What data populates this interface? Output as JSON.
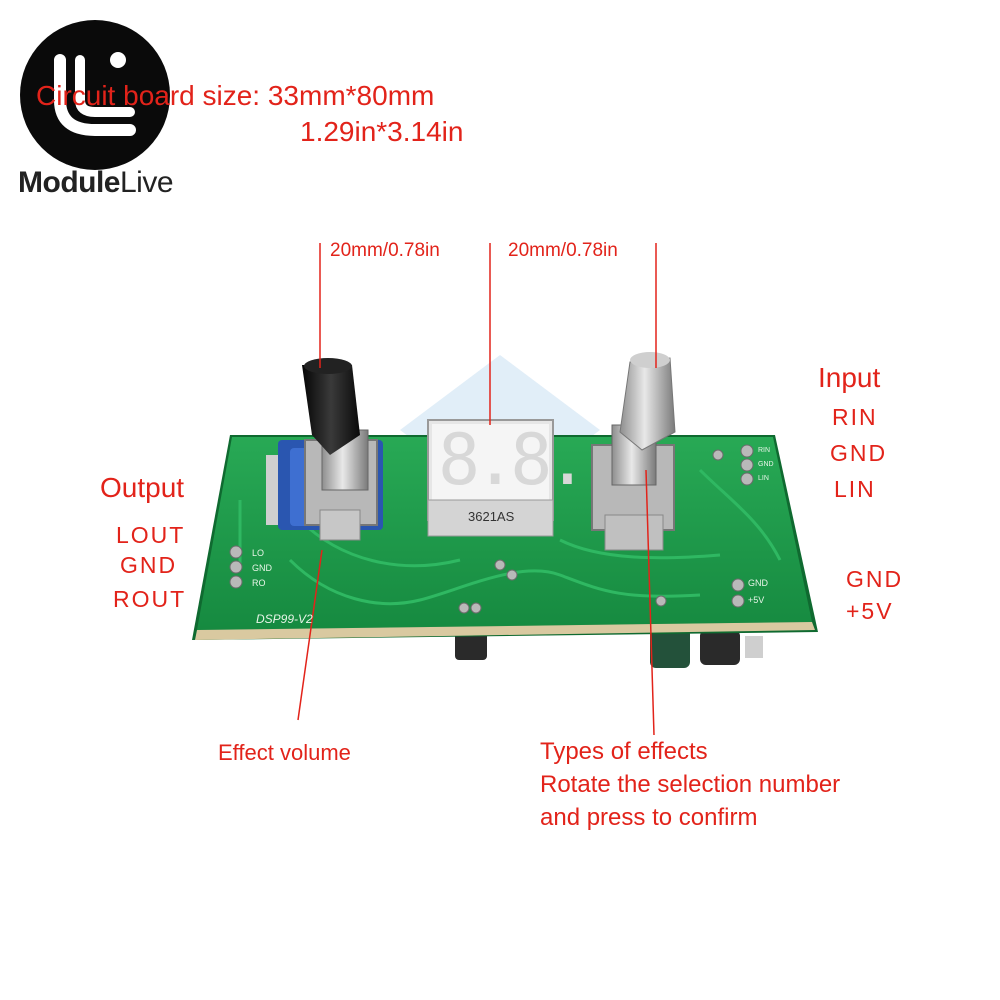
{
  "brand": {
    "name_bold": "Module",
    "name_light": "Live"
  },
  "board_size": {
    "line1": "Circuit board size: 33mm*80mm",
    "line2": "1.29in*3.14in"
  },
  "dimensions": {
    "left": "20mm/0.78in",
    "right": "20mm/0.78in"
  },
  "input": {
    "title": "Input",
    "pins": [
      "RIN",
      "GND",
      "LIN"
    ]
  },
  "output": {
    "title": "Output",
    "pins": [
      "LOUT",
      "GND",
      "ROUT"
    ]
  },
  "power": {
    "pins": [
      "GND",
      "+5V"
    ]
  },
  "board": {
    "model": "DSP99-V2",
    "display_chip": "3621AS",
    "display_digits": "8.8.",
    "silk_left": [
      "LO",
      "GND",
      "RO"
    ],
    "silk_right_top": [
      "RIN",
      "GND",
      "LIN"
    ],
    "silk_right_power": [
      "GND",
      "+5V"
    ]
  },
  "callouts": {
    "effect_volume": "Effect volume",
    "types_line1": "Types of effects",
    "types_line2": "Rotate the selection number",
    "types_line3": "and press to confirm"
  },
  "colors": {
    "accent": "#e2231a",
    "pcb": "#1e9a4a",
    "pcb_dark": "#137a37",
    "knob": "#1a1a1a"
  }
}
